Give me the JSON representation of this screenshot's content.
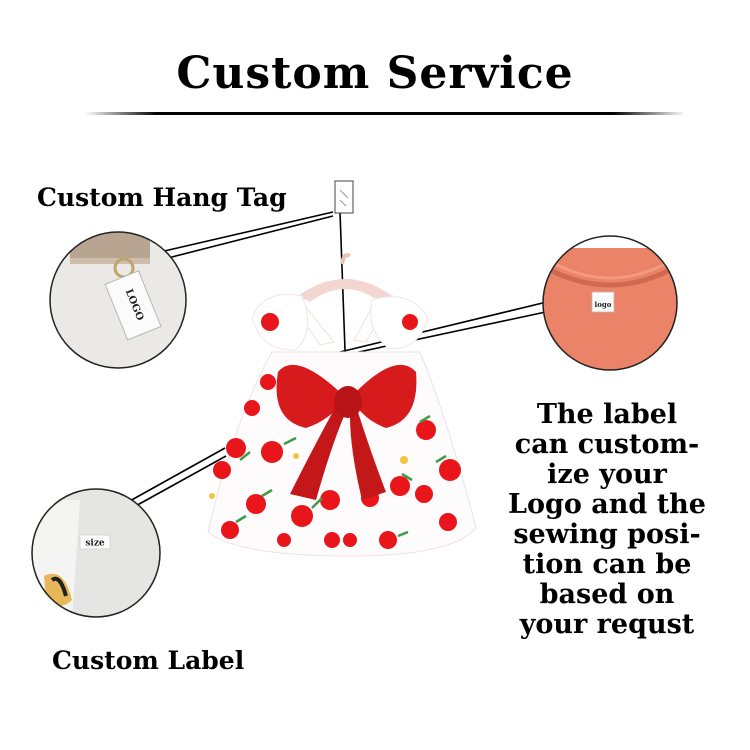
{
  "header": {
    "title": "Custom Service"
  },
  "callouts": {
    "hang_tag": "Custom Hang Tag",
    "label": "Custom Label",
    "tag_logo_text": "LOGO",
    "neck_label_text": "logo",
    "size_label_text": "size"
  },
  "description": {
    "lines": [
      "The label",
      "can custom-",
      "ize your",
      "Logo and the",
      "sewing posi-",
      "tion can be",
      "based on",
      "your requst"
    ]
  },
  "colors": {
    "dress_red": "#e8161a",
    "bow_red": "#d71a1c",
    "shirt_orange": "#ea8368",
    "leaf_green": "#3f9b46"
  }
}
